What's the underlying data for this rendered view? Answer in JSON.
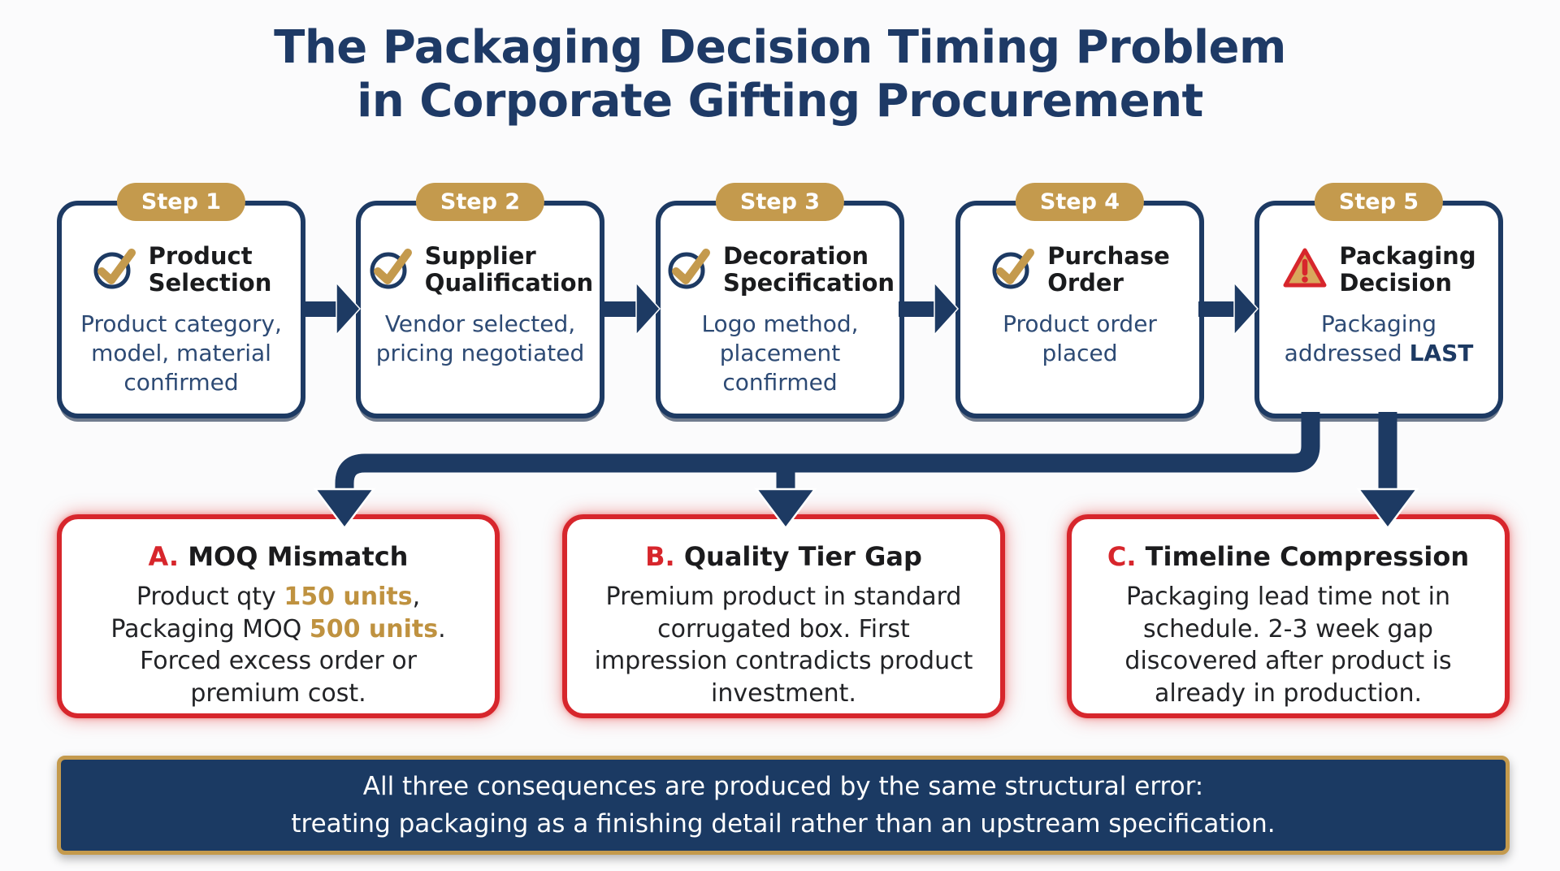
{
  "title": {
    "line1": "The Packaging Decision Timing Problem",
    "line2": "in Corporate Gifting Procurement"
  },
  "steps": [
    {
      "badge": "Step 1",
      "icon": "check-circle",
      "title_line1": "Product",
      "title_line2": "Selection",
      "description": [
        {
          "text": "Product category, model, material confirmed",
          "style": "normal"
        }
      ]
    },
    {
      "badge": "Step 2",
      "icon": "check-circle",
      "title_line1": "Supplier",
      "title_line2": "Qualification",
      "description": [
        {
          "text": "Vendor selected, pricing negotiated",
          "style": "normal"
        }
      ]
    },
    {
      "badge": "Step 3",
      "icon": "check-circle",
      "title_line1": "Decoration",
      "title_line2": "Specification",
      "description": [
        {
          "text": "Logo method, placement confirmed",
          "style": "normal"
        }
      ]
    },
    {
      "badge": "Step 4",
      "icon": "check-circle",
      "title_line1": "Purchase",
      "title_line2": "Order",
      "description": [
        {
          "text": "Product order placed",
          "style": "normal"
        }
      ]
    },
    {
      "badge": "Step 5",
      "icon": "warning-triangle",
      "title_line1": "Packaging",
      "title_line2": "Decision",
      "description": [
        {
          "text": "Packaging addressed ",
          "style": "normal"
        },
        {
          "text": "LAST",
          "style": "bold-navy"
        }
      ]
    }
  ],
  "consequences": [
    {
      "letter": "A.",
      "title": "MOQ Mismatch",
      "body": [
        {
          "text": "Product qty ",
          "style": "normal"
        },
        {
          "text": "150 units",
          "style": "gold"
        },
        {
          "text": ", Packaging MOQ ",
          "style": "normal"
        },
        {
          "text": "500 units",
          "style": "gold"
        },
        {
          "text": ". Forced excess order or premium cost.",
          "style": "normal"
        }
      ]
    },
    {
      "letter": "B.",
      "title": "Quality Tier Gap",
      "body": [
        {
          "text": "Premium product in standard corrugated box. First impression contradicts product investment.",
          "style": "normal"
        }
      ]
    },
    {
      "letter": "C.",
      "title": "Timeline Compression",
      "body": [
        {
          "text": "Packaging lead time not in schedule. 2-3 week gap discovered after product is already in production.",
          "style": "normal"
        }
      ]
    }
  ],
  "banner": {
    "line1": "All three consequences are produced by the same structural error:",
    "line2": "treating packaging as a finishing detail rather than an upstream specification."
  },
  "colors": {
    "navy": "#1d3a63",
    "navy_body_text": "#2d4a74",
    "gold": "#c49a4d",
    "red": "#d7262c",
    "heading_dark": "#1a1b1d",
    "background": "#fbfbfc",
    "banner_bg": "#1b3a63",
    "banner_text": "#ffffff"
  }
}
